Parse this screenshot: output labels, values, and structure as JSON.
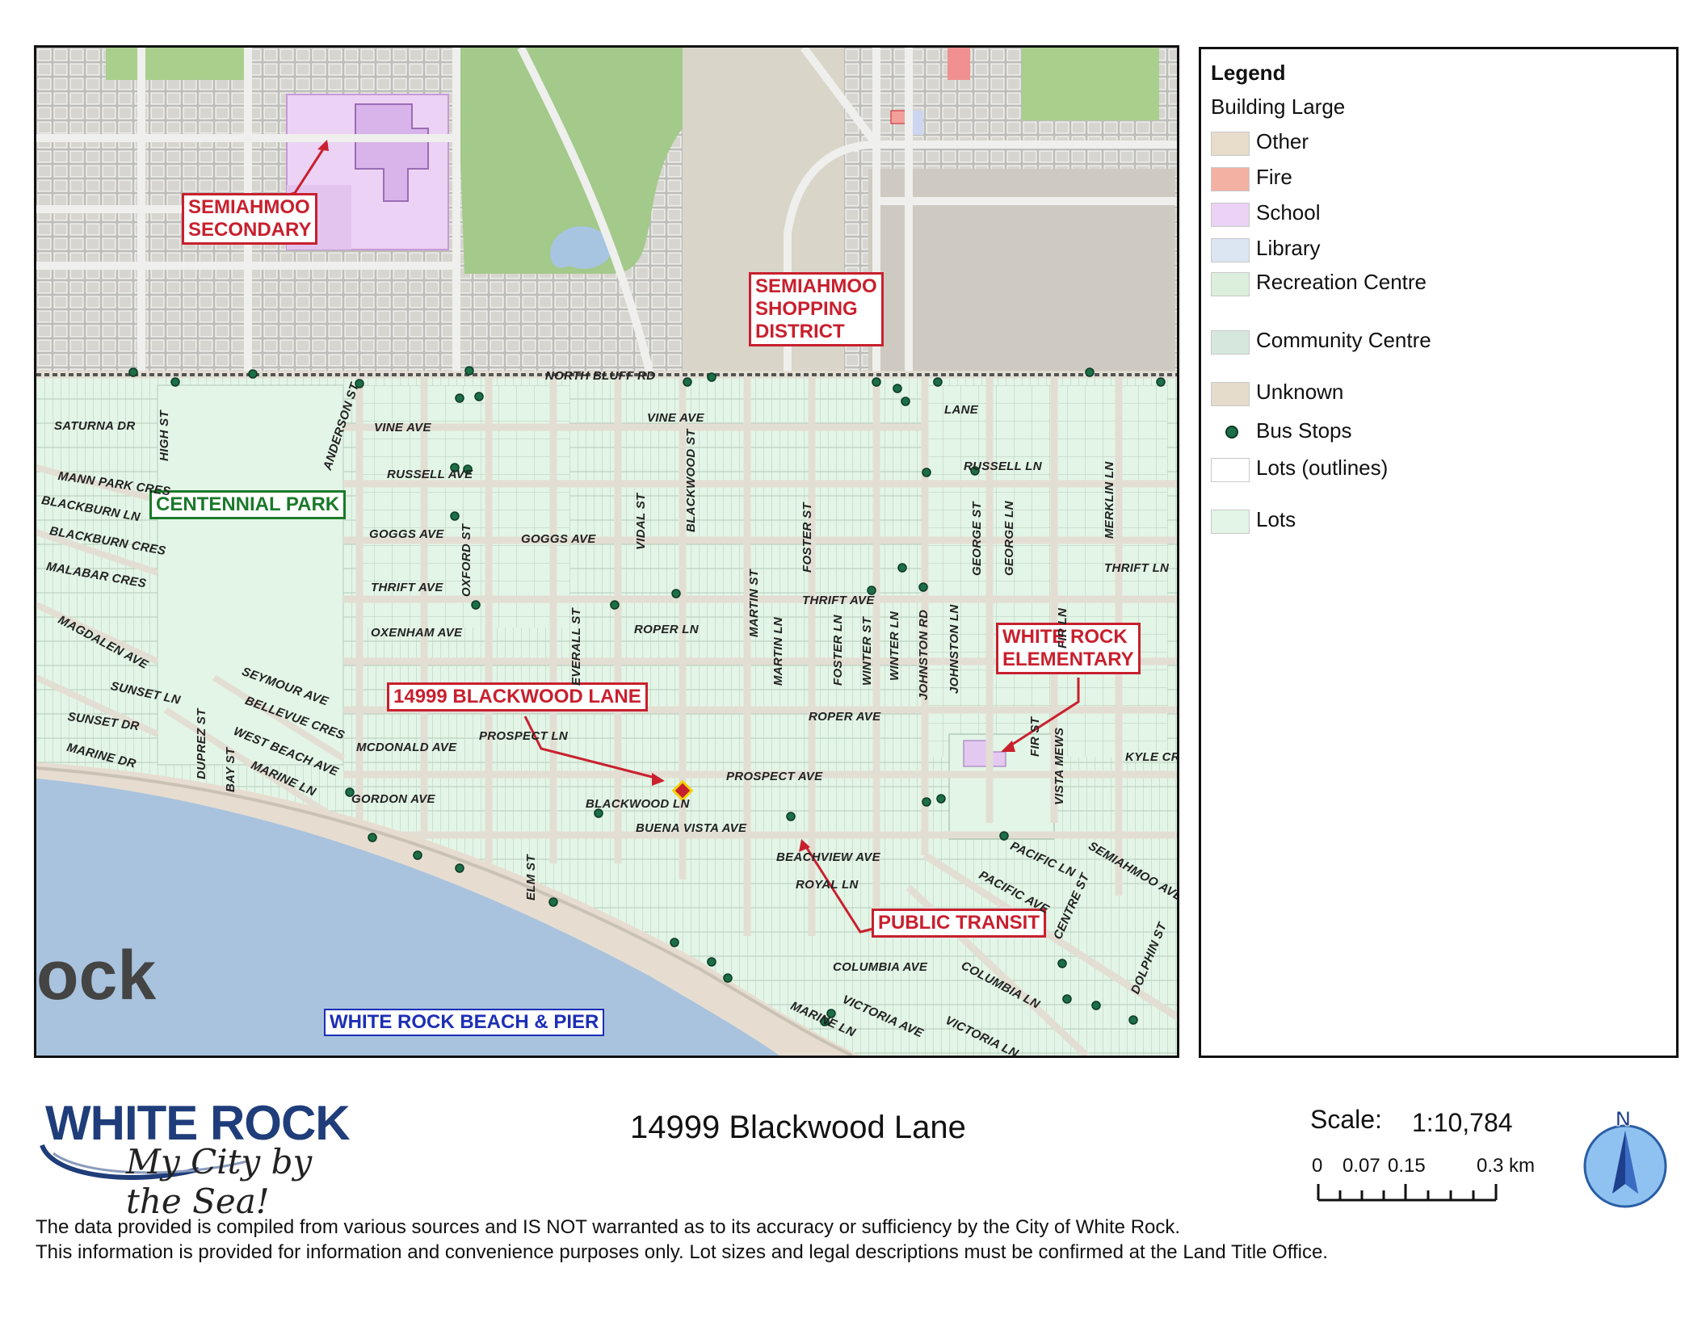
{
  "map": {
    "callouts": {
      "semiahmoo_secondary": "SEMIAHMOO\nSECONDARY",
      "semiahmoo_shopping": "SEMIAHMOO\nSHOPPING\nDISTRICT",
      "centennial_park": "CENTENNIAL PARK",
      "blackwood_lane": "14999 BLACKWOOD LANE",
      "white_rock_elementary": "WHITE ROCK\nELEMENTARY",
      "public_transit": "PUBLIC TRANSIT",
      "beach_pier": "WHITE ROCK BEACH & PIER"
    },
    "watermark": "ock",
    "streets": {
      "north_bluff": "NORTH BLUFF RD",
      "saturna": "SATURNA DR",
      "high_st": "HIGH ST",
      "mann_park": "MANN PARK CRES",
      "blackburn_ln": "BLACKBURN LN",
      "blackburn_cres": "BLACKBURN CRES",
      "malabar": "MALABAR CRES",
      "magdalen": "MAGDALEN AVE",
      "sunset_ln": "SUNSET LN",
      "sunset_dr": "SUNSET DR",
      "marine_dr": "MARINE DR",
      "anderson": "ANDERSON ST",
      "vine_ave": "VINE AVE",
      "russell_ave": "RUSSELL AVE",
      "goggs_ave": "GOGGS AVE",
      "thrift_ave": "THRIFT AVE",
      "oxenham_ave": "OXENHAM AVE",
      "oxford_st": "OXFORD ST",
      "seymour": "SEYMOUR AVE",
      "bellevue": "BELLEVUE CRES",
      "west_beach": "WEST BEACH AVE",
      "marine_ln": "MARINE LN",
      "dupreez": "DUPREZ ST",
      "bay_st": "BAY ST",
      "mcdonald": "MCDONALD AVE",
      "gordon": "GORDON AVE",
      "prospect_ln": "PROSPECT LN",
      "prospect_ave": "PROSPECT AVE",
      "blackwood_ln": "BLACKWOOD LN",
      "blackwood_st": "BLACKWOOD ST",
      "everall_st": "EVERALL ST",
      "vidal_st": "VIDAL ST",
      "roper_ln": "ROPER LN",
      "roper_ave": "ROPER AVE",
      "martin_st": "MARTIN ST",
      "martin_ln": "MARTIN LN",
      "foster_st": "FOSTER ST",
      "foster_ln": "FOSTER LN",
      "winter_st": "WINTER ST",
      "winter_ln": "WINTER LN",
      "johnston_rd": "JOHNSTON RD",
      "johnston_ln": "JOHNSTON LN",
      "george_st": "GEORGE ST",
      "george_ln": "GEORGE LN",
      "fir_st": "FIR ST",
      "fir_ln": "FIR LN",
      "lane": "LANE",
      "russell_ln": "RUSSELL LN",
      "merklin": "MERKLIN LN",
      "thrift_ln": "THRIFT LN",
      "vista_mews": "VISTA MEWS",
      "kyle_crt": "KYLE CRT",
      "buena_vista": "BUENA VISTA AVE",
      "beachview": "BEACHVIEW AVE",
      "royal_ln": "ROYAL LN",
      "columbia_ln": "COLUMBIA LN",
      "columbia_ave": "COLUMBIA AVE",
      "pacific_ln": "PACIFIC LN",
      "pacific_ave": "PACIFIC AVE",
      "victoria_ave": "VICTORIA AVE",
      "victoria_ln": "VICTORIA LN",
      "semiahmoo_ave": "SEMIAHMOO AVE",
      "centre_st": "CENTRE ST",
      "dolphin_st": "DOLPHIN ST",
      "marine_ln2": "MARINE LN",
      "elm_st": "ELM ST",
      "thrift_ave2": "THRIFT AVE",
      "vine_ave2": "VINE AVE",
      "goggs_ave2": "GOGGS AVE"
    }
  },
  "legend": {
    "title": "Legend",
    "subtitle": "Building Large",
    "items": [
      {
        "label": "Other",
        "color": "#e8dccb",
        "kind": "swatch"
      },
      {
        "label": "Fire",
        "color": "#f3b1a3",
        "kind": "swatch"
      },
      {
        "label": "School",
        "color": "#ecd2f5",
        "kind": "swatch"
      },
      {
        "label": "Library",
        "color": "#dce6f3",
        "kind": "swatch"
      },
      {
        "label": "Recreation Centre",
        "color": "#dcefdc",
        "kind": "swatch"
      },
      {
        "label": "Community Centre",
        "color": "#d6e8de",
        "kind": "swatch"
      },
      {
        "label": "Unknown",
        "color": "#e6dccc",
        "kind": "swatch"
      },
      {
        "label": "Bus Stops",
        "color": "#1c6e46",
        "kind": "dot"
      },
      {
        "label": "Lots (outlines)",
        "color": "#ffffff",
        "kind": "swatch"
      },
      {
        "label": "Lots",
        "color": "#e3f5e6",
        "kind": "swatch"
      }
    ]
  },
  "footer": {
    "logo_word": "WHITE ROCK",
    "logo_tag": "My City by the Sea!",
    "title": "14999 Blackwood Lane",
    "scale_label": "Scale:",
    "scale_ratio": "1:10,784",
    "scale_ticks": [
      "0",
      "0.07",
      "0.15",
      "0.3 km"
    ],
    "north": "N",
    "disclaimer_1": "The data provided is compiled from various sources and IS NOT warranted as to its accuracy or sufficiency by the City of White Rock.",
    "disclaimer_2": "This information is provided for information and convenience purposes only.  Lot sizes and legal descriptions must be confirmed at the Land Title Office."
  },
  "colors": {
    "lots": "#e3f5e6",
    "roads": "#d8d8d2",
    "water": "#a9c3de",
    "beach": "#e6ddd0",
    "callout_red": "#c8202e",
    "callout_green": "#1a7a2a",
    "callout_blue": "#1c2fb5",
    "bus_stop": "#1c6e46"
  }
}
